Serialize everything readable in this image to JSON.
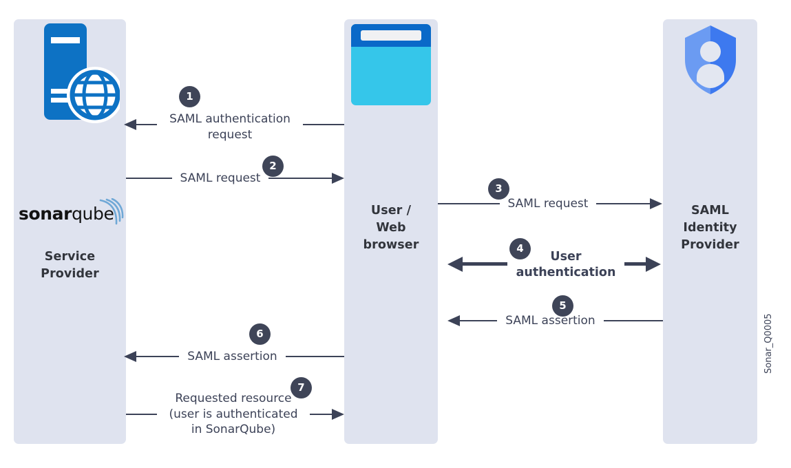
{
  "diagram": {
    "watermark": "Sonar_Q0005",
    "colors": {
      "lane_background": "#dfe3ef",
      "arrow": "#3c4257",
      "badge": "#3f4558",
      "title_text": "#32353c",
      "server_blue": "#0d72c4",
      "browser_titlebar": "#0a69c8",
      "browser_body": "#35c6ea",
      "shield_light": "#6b9bf2",
      "shield_dark": "#3d79ef",
      "sonar_arc": "#6fa8d6"
    }
  },
  "lanes": [
    {
      "id": "sp",
      "title": "Service\nProvider",
      "icon": "server-globe-icon"
    },
    {
      "id": "user",
      "title": "User /\nWeb\nbrowser",
      "icon": "browser-window-icon"
    },
    {
      "id": "idp",
      "title": "SAML\nIdentity\nProvider",
      "icon": "shield-user-icon"
    }
  ],
  "logo": {
    "bold_part": "sonar",
    "light_part": "qube",
    "icon": "sonarqube-wave-icon"
  },
  "steps": [
    {
      "number": "1",
      "label": "SAML authentication\nrequest",
      "direction": "left",
      "emphasis": "normal"
    },
    {
      "number": "2",
      "label": "SAML request",
      "direction": "right",
      "emphasis": "normal"
    },
    {
      "number": "3",
      "label": "SAML request",
      "direction": "right",
      "emphasis": "normal"
    },
    {
      "number": "4",
      "label": "User\nauthentication",
      "direction": "both",
      "emphasis": "bold"
    },
    {
      "number": "5",
      "label": "SAML assertion",
      "direction": "left",
      "emphasis": "normal"
    },
    {
      "number": "6",
      "label": "SAML assertion",
      "direction": "left",
      "emphasis": "normal"
    },
    {
      "number": "7",
      "label": "Requested resource\n(user is authenticated\nin SonarQube)",
      "direction": "right",
      "emphasis": "normal"
    }
  ]
}
